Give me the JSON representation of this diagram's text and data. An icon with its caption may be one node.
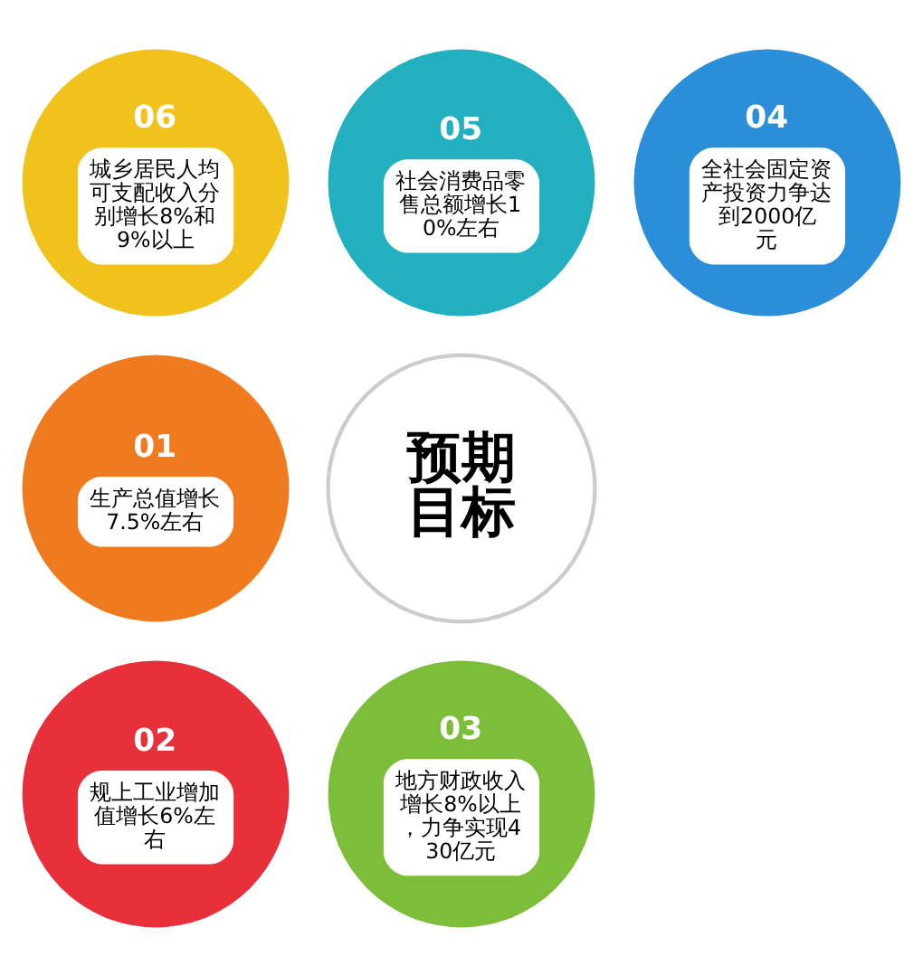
{
  "diagram": {
    "nodes": [
      {
        "text": [
          "预期目标"
        ]
      },
      {
        "text": [
          "01",
          "生产总值增长7.5%左右"
        ]
      },
      {
        "text": [
          "02",
          "规上工业增加值增长6%左右"
        ]
      },
      {
        "text": [
          "03",
          "地方财政收入增长8%以上，力争实现430亿元"
        ]
      },
      {
        "text": [
          "04",
          "全社会固定资产投资力争达到2000亿元"
        ]
      },
      {
        "text": [
          "05",
          "社会消费品零售总额增长10%左右"
        ]
      },
      {
        "text": [
          "06",
          "城乡居民人均可支配收入分别增长8%和9%以上"
        ]
      }
    ]
  }
}
